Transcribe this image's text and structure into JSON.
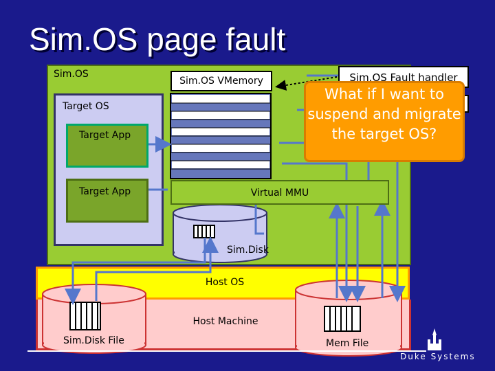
{
  "slide": {
    "title": "Sim.OS page fault"
  },
  "labels": {
    "simos": "Sim.OS",
    "target_os": "Target OS",
    "target_app_1": "Target App",
    "target_app_2": "Target App",
    "vmemory": "Sim.OS VMemory",
    "fault_handler": "Sim.OS Fault handler",
    "virtual_mmu": "Virtual MMU",
    "simdisk": "Sim.Disk",
    "host_os": "Host OS",
    "host_machine": "Host Machine",
    "simdisk_file": "Sim.Disk File",
    "mem_file": "Mem File"
  },
  "callout": {
    "text": "What if I want to suspend and migrate the target OS?"
  },
  "footer": {
    "brand": "Duke Systems"
  },
  "colors": {
    "background": "#1a1a8c",
    "simos": "#99cc33",
    "target_os": "#ccccf2",
    "host_os": "#ffff00",
    "host_machine": "#ffcccc",
    "callout": "#ff9c00",
    "arrow": "#5577cc"
  }
}
